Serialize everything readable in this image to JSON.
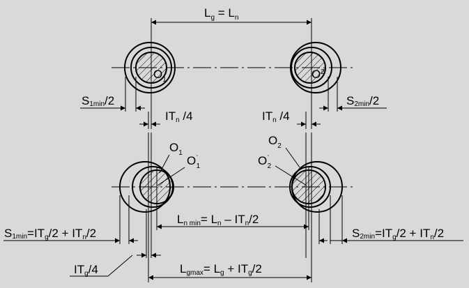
{
  "labels": {
    "top": {
      "main": "L",
      "sub": "g",
      "rest": " = L",
      "sub2": "n"
    },
    "o1_top": {
      "main": "O",
      "sub": "1"
    },
    "o2_top": {
      "main": "O",
      "sub": "2"
    },
    "s1min_top": {
      "main": "S",
      "sub": "1min",
      "rest": "/2"
    },
    "s2min_top": {
      "main": "S",
      "sub": "2min",
      "rest": "/2"
    },
    "itn4_left": {
      "main": "IT",
      "sub": "n",
      "rest": " /4"
    },
    "itn4_right": {
      "main": "IT",
      "sub": "n",
      "rest": " /4"
    },
    "o1_b": {
      "main": "O",
      "sub": "1"
    },
    "o1p_b": {
      "main": "O",
      "sub": "1",
      "sup": "`"
    },
    "o2_b": {
      "main": "O",
      "sub": "2"
    },
    "o2p_b": {
      "main": "O",
      "sub": "2",
      "sup": "`"
    },
    "lnmin": {
      "main": "L",
      "sub": "n min",
      "rest": "= L",
      "sub2": "n",
      "rest2": " – IT",
      "sub3": "n",
      "rest3": "/2"
    },
    "s1min_bottom": {
      "main": "S",
      "sub": "1min",
      "rest": "=IT",
      "sub2": "g",
      "rest2": "/2 + IT",
      "sub3": "n",
      "rest3": "/2"
    },
    "s2min_bottom": {
      "main": "S",
      "sub": "2min",
      "rest": "=IT",
      "sub2": "g",
      "rest2": "/2 + IT",
      "sub3": "n",
      "rest3": "/2"
    },
    "itg4": {
      "main": "IT",
      "sub": "g",
      "rest": "/4"
    },
    "lgmax": {
      "main": "L",
      "sub": "gmax",
      "rest": "= L",
      "sub2": "g",
      "rest2": " + IT",
      "sub3": "g",
      "rest3": "/2"
    }
  }
}
